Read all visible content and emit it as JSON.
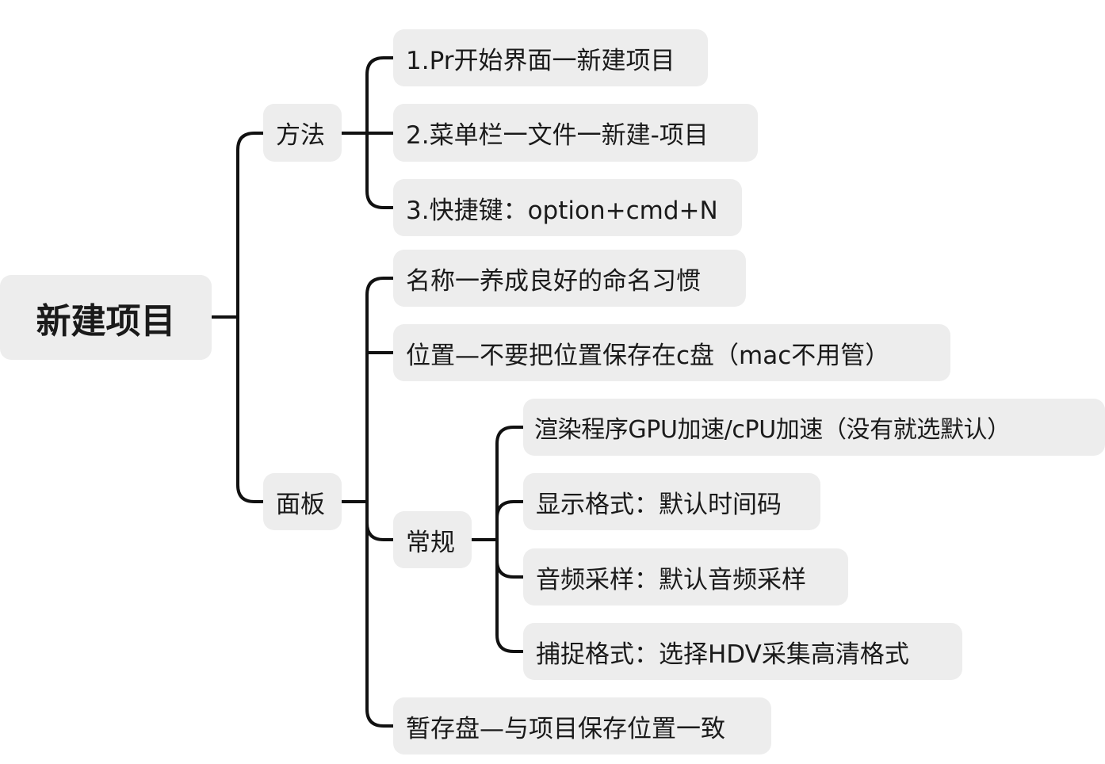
{
  "mindmap": {
    "root": {
      "label": "新建项目"
    },
    "method": {
      "label": "方法",
      "items": [
        {
          "label": "1.Pr开始界面一新建项目"
        },
        {
          "label": "2.菜单栏一文件一新建-项目"
        },
        {
          "label": "3.快捷键：option+cmd+N"
        }
      ]
    },
    "panel": {
      "label": "面板",
      "name": {
        "label": "名称一养成良好的命名习惯"
      },
      "location": {
        "label": "位置—不要把位置保存在c盘（mac不用管）"
      },
      "general": {
        "label": "常规",
        "items": [
          {
            "label": "渲染程序GPU加速/cPU加速（没有就选默认）"
          },
          {
            "label": "显示格式：默认时间码"
          },
          {
            "label": "音频采样：默认音频采样"
          },
          {
            "label": "捕捉格式：选择HDV采集高清格式"
          }
        ]
      },
      "scratch": {
        "label": "暂存盘—与项目保存位置一致"
      }
    }
  }
}
